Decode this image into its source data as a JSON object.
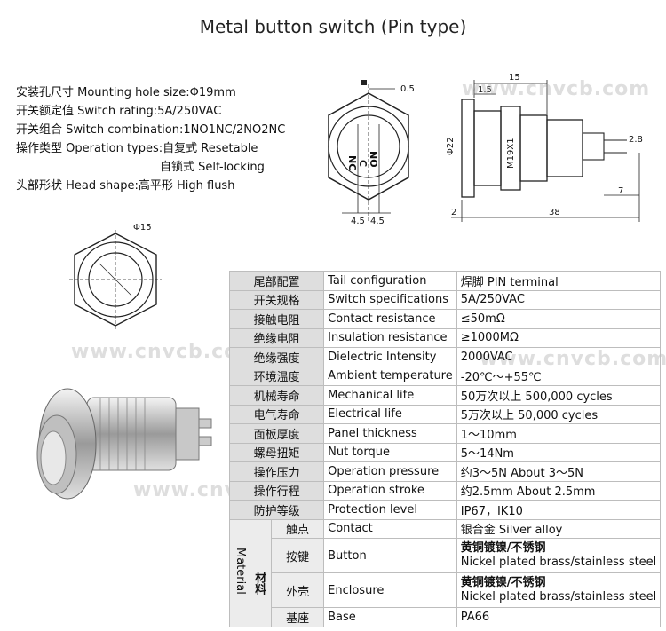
{
  "title": "Metal button switch  (Pin type)",
  "specs_left": [
    "安装孔尺寸 Mounting hole size:Φ19mm",
    "开关额定值 Switch rating:5A/250VAC",
    "开关组合 Switch combination:1NO1NC/2NO2NC",
    "操作类型 Operation types:自复式 Resetable",
    "自锁式 Self-locking",
    "头部形状 Head shape:高平形 High flush"
  ],
  "watermark": "www.cnvcb.com",
  "drawing_labels": {
    "front": [
      "0.5",
      "4.5",
      "4.5",
      "NC",
      "NO",
      "C"
    ],
    "side": [
      "15",
      "1.5",
      "Φ22",
      "M19X1",
      "2.8",
      "7",
      "2",
      "38"
    ],
    "top": [
      "Φ15"
    ]
  },
  "table": {
    "rows": [
      {
        "cn": "尾部配置",
        "en": "Tail configuration",
        "val": "焊脚  PIN terminal"
      },
      {
        "cn": "开关规格",
        "en": "Switch specifications",
        "val": "5A/250VAC"
      },
      {
        "cn": "接触电阻",
        "en": "Contact resistance",
        "val": "≤50mΩ"
      },
      {
        "cn": "绝缘电阻",
        "en": "Insulation resistance",
        "val": "≥1000MΩ"
      },
      {
        "cn": "绝缘强度",
        "en": "Dielectric Intensity",
        "val": "2000VAC"
      },
      {
        "cn": "环境温度",
        "en": "Ambient temperature",
        "val": "-20℃～+55℃"
      },
      {
        "cn": "机械寿命",
        "en": "Mechanical life",
        "val": "50万次以上 500,000 cycles"
      },
      {
        "cn": "电气寿命",
        "en": "Electrical life",
        "val": "5万次以上 50,000  cycles"
      },
      {
        "cn": "面板厚度",
        "en": "Panel thickness",
        "val": "1～10mm"
      },
      {
        "cn": "螺母扭矩",
        "en": "Nut torque",
        "val": "5～14Nm"
      },
      {
        "cn": "操作压力",
        "en": "Operation pressure",
        "val": "约3～5N About 3～5N"
      },
      {
        "cn": "操作行程",
        "en": "Operation stroke",
        "val": "约2.5mm About 2.5mm"
      },
      {
        "cn": "防护等级",
        "en": "Protection level",
        "val": "IP67，IK10"
      }
    ],
    "material_en": "Material",
    "material_cn": "材料",
    "material_rows": [
      {
        "cn": "触点",
        "en": "Contact",
        "val": "银合金 Silver alloy"
      },
      {
        "cn": "按键",
        "en": "Button",
        "val_cn": "黄铜镀镍/不锈钢",
        "val_en": "Nickel plated brass/stainless steel"
      },
      {
        "cn": "外壳",
        "en": "Enclosure",
        "val_cn": "黄铜镀镍/不锈钢",
        "val_en": "Nickel plated brass/stainless steel"
      },
      {
        "cn": "基座",
        "en": "Base",
        "val": "PA66"
      }
    ]
  }
}
